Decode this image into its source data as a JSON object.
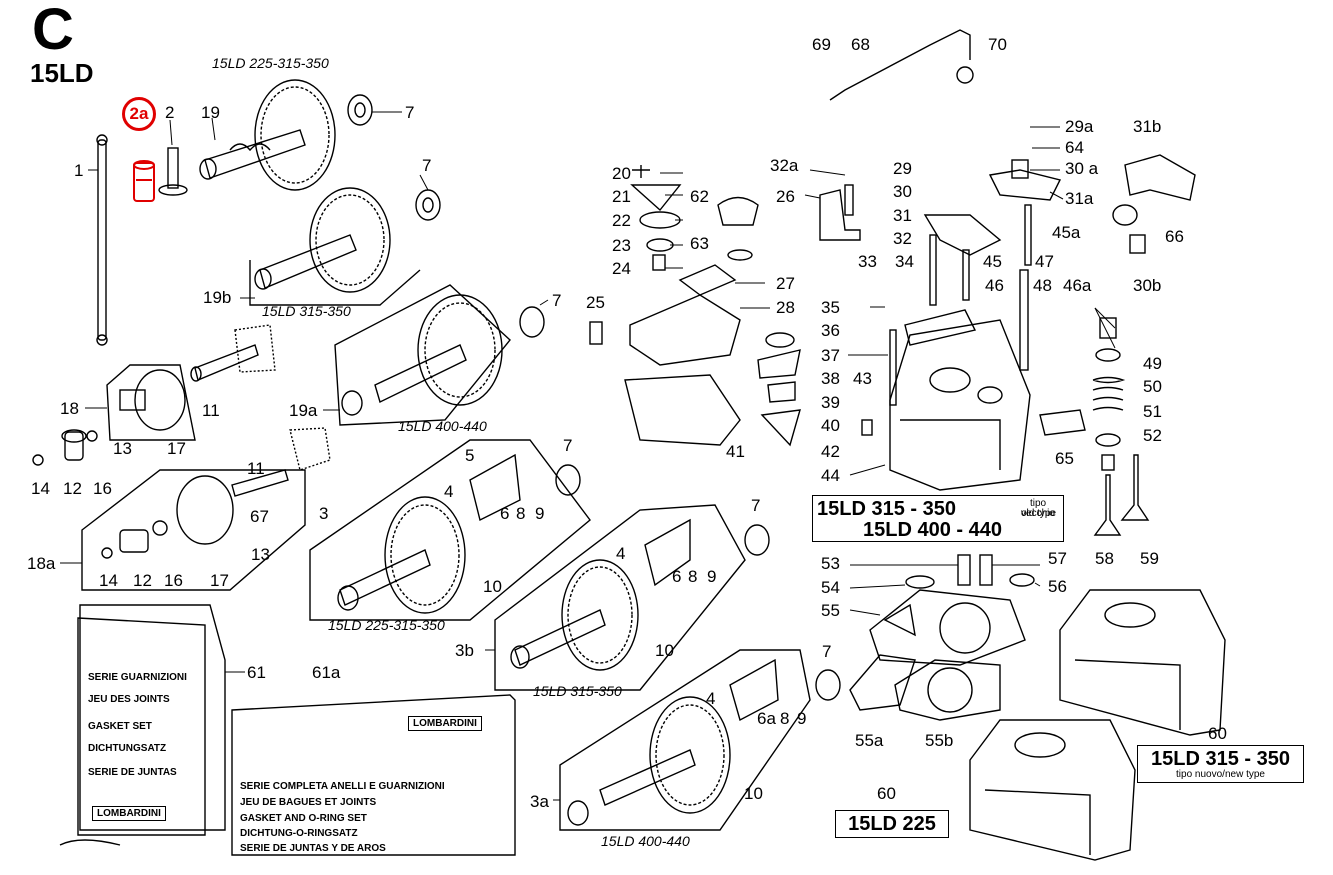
{
  "header": {
    "section_letter": "C",
    "engine_code": "15LD"
  },
  "highlight": {
    "label": "2a",
    "color": "#e00000"
  },
  "captions": {
    "cam_225_top": "15LD 225-315-350",
    "cam_315_350_19b": "15LD 315-350",
    "cam_400_440_19a": "15LD 400-440",
    "cam_225_3": "15LD 225-315-350",
    "cam_315_350_3b": "15LD 315-350",
    "cam_400_440_3a": "15LD 400-440"
  },
  "boxes": {
    "old_type": {
      "line1": "15LD 315 - 350",
      "note1": "tipo vecchio",
      "note2": "old type",
      "line2": "15LD 400 - 440"
    },
    "new_type": {
      "line1": "15LD 315 - 350",
      "note": "tipo nuovo/new type"
    },
    "ld225": {
      "line1": "15LD 225"
    }
  },
  "gasket_set": {
    "lines": [
      "SERIE  GUARNIZIONI",
      "JEU  DES  JOINTS",
      "GASKET  SET",
      "DICHTUNGSATZ",
      "SERIE  DE  JUNTAS"
    ],
    "brand": "LOMBARDINI"
  },
  "oring_set": {
    "lines": [
      "SERIE COMPLETA ANELLI E GUARNIZIONI",
      "JEU DE BAGUES ET JOINTS",
      "GASKET AND O-RING SET",
      "DICHTUNG-O-RINGSATZ",
      "SERIE DE JUNTAS Y DE AROS"
    ],
    "brand": "LOMBARDINI"
  },
  "part_labels": [
    "1",
    "2",
    "7",
    "19",
    "7",
    "19b",
    "7",
    "19a",
    "11",
    "18",
    "13",
    "17",
    "14",
    "12",
    "16",
    "11",
    "67",
    "18a",
    "13",
    "14",
    "12",
    "16",
    "17",
    "5",
    "4",
    "6",
    "8",
    "9",
    "7",
    "3",
    "10",
    "7",
    "4",
    "6",
    "8",
    "9",
    "3b",
    "10",
    "7",
    "4",
    "6a",
    "8",
    "9",
    "3a",
    "10",
    "61",
    "61a",
    "20",
    "21",
    "22",
    "23",
    "24",
    "62",
    "63",
    "25",
    "27",
    "28",
    "32a",
    "26",
    "36",
    "38",
    "39",
    "40",
    "41",
    "42",
    "37",
    "35",
    "33",
    "34",
    "43",
    "44",
    "69",
    "68",
    "70",
    "29a",
    "64",
    "30 a",
    "31b",
    "29",
    "30",
    "31a",
    "31",
    "45a",
    "32",
    "45",
    "47",
    "46",
    "48",
    "46a",
    "49",
    "50",
    "51",
    "52",
    "65",
    "58",
    "59",
    "66",
    "30b",
    "53",
    "57",
    "54",
    "56",
    "55",
    "7",
    "55a",
    "55b",
    "60",
    "60"
  ]
}
